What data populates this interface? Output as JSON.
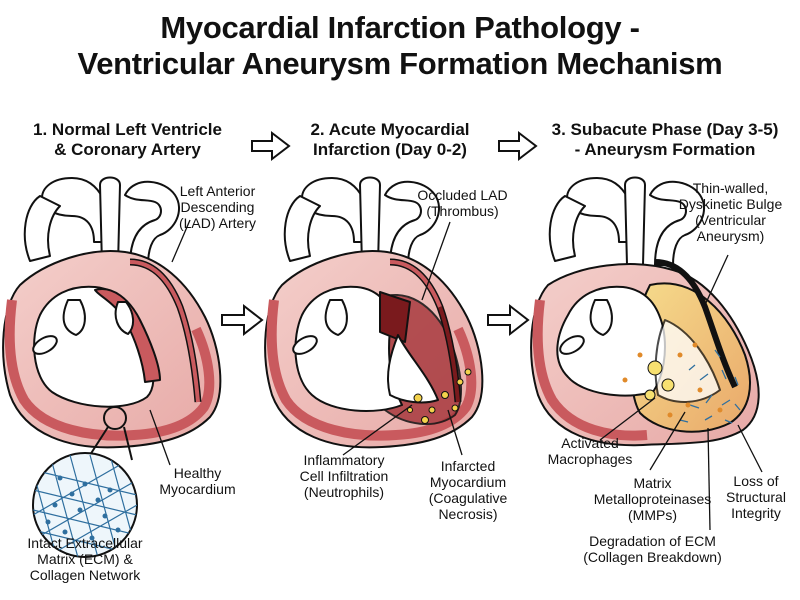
{
  "title": {
    "line1": "Myocardial Infarction Pathology -",
    "line2": "Ventricular Aneurysm Formation Mechanism"
  },
  "panels": [
    {
      "heading1": "1. Normal Left Ventricle",
      "heading2": "& Coronary Artery",
      "labels": {
        "lad": [
          "Left Anterior",
          "Descending",
          "(LAD) Artery"
        ],
        "healthy": [
          "Healthy",
          "Myocardium"
        ],
        "ecm": [
          "Intact Extracellular",
          "Matrix (ECM) &",
          "Collagen Network"
        ]
      }
    },
    {
      "heading1": "2. Acute Myocardial",
      "heading2": "Infarction (Day 0-2)",
      "labels": {
        "occluded": [
          "Occluded LAD",
          "(Thrombus)"
        ],
        "inflammatory": [
          "Inflammatory",
          "Cell Infiltration",
          "(Neutrophils)"
        ],
        "infarcted": [
          "Infarcted",
          "Myocardium",
          "(Coagulative",
          "Necrosis)"
        ]
      }
    },
    {
      "heading1": "3. Subacute Phase (Day 3-5)",
      "heading2": "- Aneurysm Formation",
      "labels": {
        "bulge": [
          "Thin-walled,",
          "Dyskinetic Bulge",
          "(Ventricular",
          "Aneurysm)"
        ],
        "macrophages": [
          "Activated",
          "Macrophages"
        ],
        "mmp": [
          "Matrix",
          "Metalloproteinases",
          "(MMPs)"
        ],
        "loss": [
          "Loss of",
          "Structural",
          "Integrity"
        ],
        "degradation": [
          "Degradation of ECM",
          "(Collagen Breakdown)"
        ]
      }
    }
  ],
  "colors": {
    "myocardium": "#c95a5e",
    "myocardium_light": "#f2c9c6",
    "necrosis": "#8a1f22",
    "aneurysm": "#f3d27a",
    "collagen": "#2f6f9f"
  }
}
